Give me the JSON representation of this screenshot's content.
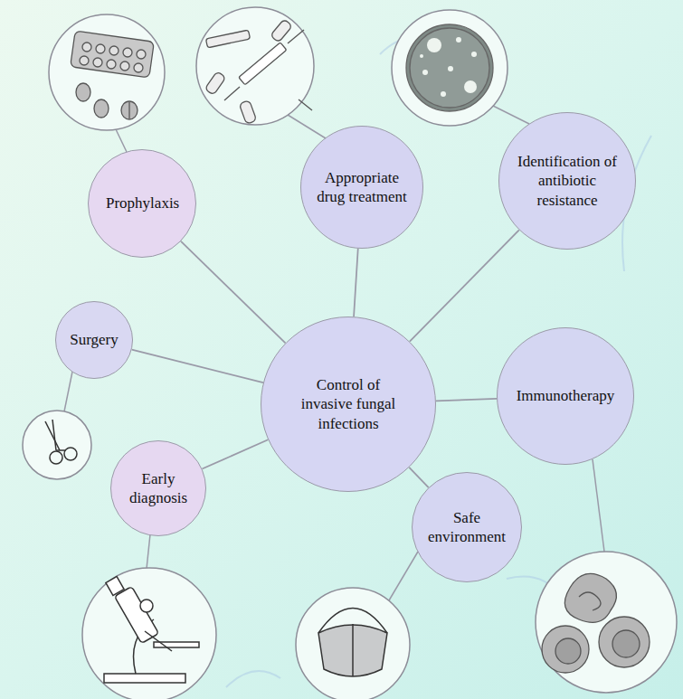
{
  "diagram": {
    "nodes": [
      {
        "text": [
          "Prophylaxis"
        ]
      },
      {
        "text": [
          "Appropriate drug treatment"
        ]
      },
      {
        "text": [
          "Identification of antibiotic resistance"
        ]
      },
      {
        "text": [
          "Surgery"
        ]
      },
      {
        "text": [
          "Control of invasive fungal infections"
        ]
      },
      {
        "text": [
          "Immunotherapy"
        ]
      },
      {
        "text": [
          "Early diagnosis"
        ]
      },
      {
        "text": [
          "Safe environment"
        ]
      }
    ],
    "edges": [
      {
        "from": 4,
        "to": 0,
        "arrow": "none"
      },
      {
        "from": 4,
        "to": 1,
        "arrow": "none"
      },
      {
        "from": 4,
        "to": 2,
        "arrow": "none"
      },
      {
        "from": 4,
        "to": 3,
        "arrow": "none"
      },
      {
        "from": 4,
        "to": 5,
        "arrow": "none"
      },
      {
        "from": 4,
        "to": 6,
        "arrow": "none"
      },
      {
        "from": 4,
        "to": 7,
        "arrow": "none"
      }
    ]
  }
}
